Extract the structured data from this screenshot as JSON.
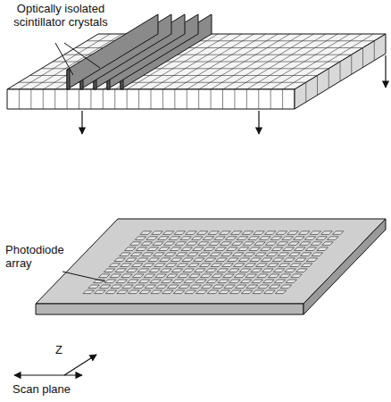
{
  "diagram": {
    "labels": [
      "Optically isolated scintillator crystals",
      "Photodiode array",
      "Z",
      "Scan plane"
    ]
  }
}
